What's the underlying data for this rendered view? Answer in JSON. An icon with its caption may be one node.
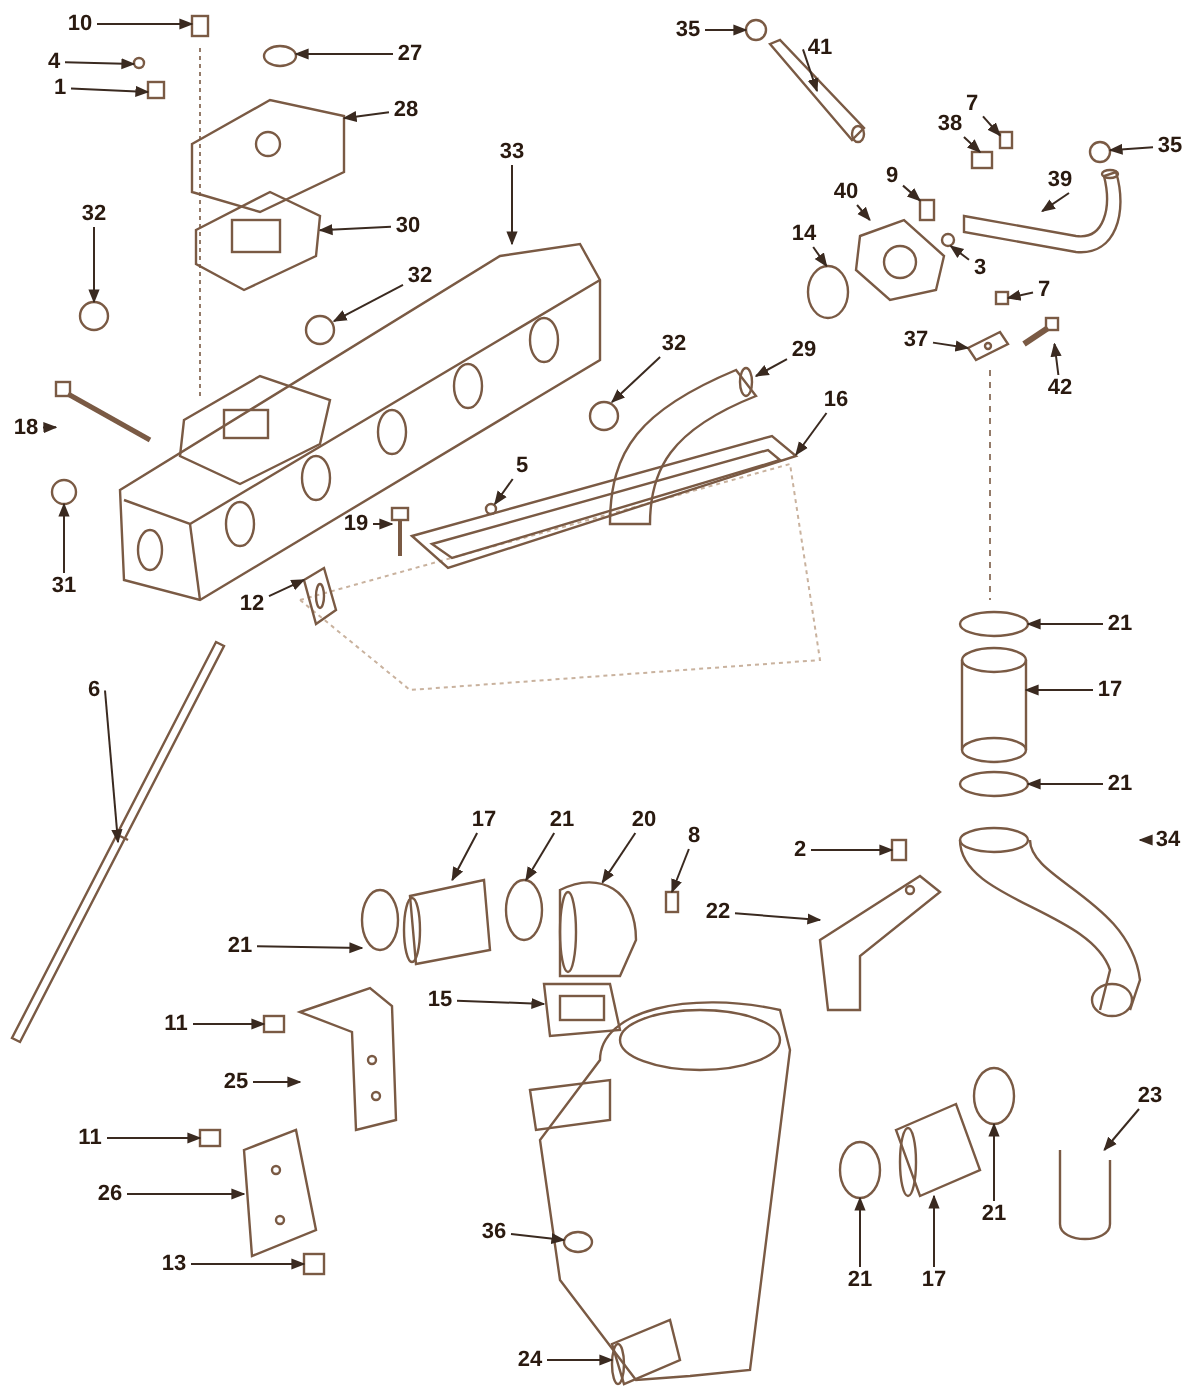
{
  "diagram": {
    "nodes": [
      {
        "text": [
          "10"
        ]
      },
      {
        "text": [
          "27"
        ]
      },
      {
        "text": [
          "4"
        ]
      },
      {
        "text": [
          "1"
        ]
      },
      {
        "text": [
          "28"
        ]
      },
      {
        "text": [
          "33"
        ]
      },
      {
        "text": [
          "30"
        ]
      },
      {
        "text": [
          "32"
        ]
      },
      {
        "text": [
          "32"
        ]
      },
      {
        "text": [
          "18"
        ]
      },
      {
        "text": [
          "5"
        ]
      },
      {
        "text": [
          "31"
        ]
      },
      {
        "text": [
          "19"
        ]
      },
      {
        "text": [
          "12"
        ]
      },
      {
        "text": [
          "35"
        ]
      },
      {
        "text": [
          "41"
        ]
      },
      {
        "text": [
          "7"
        ]
      },
      {
        "text": [
          "38"
        ]
      },
      {
        "text": [
          "35"
        ]
      },
      {
        "text": [
          "9"
        ]
      },
      {
        "text": [
          "40"
        ]
      },
      {
        "text": [
          "39"
        ]
      },
      {
        "text": [
          "14"
        ]
      },
      {
        "text": [
          "3"
        ]
      },
      {
        "text": [
          "7"
        ]
      },
      {
        "text": [
          "37"
        ]
      },
      {
        "text": [
          "42"
        ]
      },
      {
        "text": [
          "32"
        ]
      },
      {
        "text": [
          "29"
        ]
      },
      {
        "text": [
          "16"
        ]
      },
      {
        "text": [
          "21"
        ]
      },
      {
        "text": [
          "6"
        ]
      },
      {
        "text": [
          "17"
        ]
      },
      {
        "text": [
          "21"
        ]
      },
      {
        "text": [
          "17"
        ]
      },
      {
        "text": [
          "21"
        ]
      },
      {
        "text": [
          "20"
        ]
      },
      {
        "text": [
          "8"
        ]
      },
      {
        "text": [
          "2"
        ]
      },
      {
        "text": [
          "34"
        ]
      },
      {
        "text": [
          "21"
        ]
      },
      {
        "text": [
          "22"
        ]
      },
      {
        "text": [
          "15"
        ]
      },
      {
        "text": [
          "11"
        ]
      },
      {
        "text": [
          "25"
        ]
      },
      {
        "text": [
          "23"
        ]
      },
      {
        "text": [
          "11"
        ]
      },
      {
        "text": [
          "26"
        ]
      },
      {
        "text": [
          "36"
        ]
      },
      {
        "text": [
          "21"
        ]
      },
      {
        "text": [
          "13"
        ]
      },
      {
        "text": [
          "21"
        ]
      },
      {
        "text": [
          "17"
        ]
      },
      {
        "text": [
          "24"
        ]
      },
      {
        "text": [],
        "shape": "box"
      },
      {
        "text": [],
        "shape": "circle"
      },
      {
        "text": [],
        "shape": "circle"
      },
      {
        "text": [],
        "shape": "box"
      },
      {
        "text": [],
        "shape": "picture"
      },
      {
        "text": [],
        "shape": "picture"
      },
      {
        "text": [],
        "shape": "picture"
      },
      {
        "text": [],
        "shape": "circle"
      },
      {
        "text": [],
        "shape": "circle"
      },
      {
        "text": [],
        "shape": "picture"
      },
      {
        "text": [],
        "shape": "circle"
      },
      {
        "text": [],
        "shape": "circle"
      },
      {
        "text": [],
        "shape": "picture"
      },
      {
        "text": [],
        "shape": "picture"
      },
      {
        "text": [],
        "shape": "circle"
      },
      {
        "text": [],
        "shape": "picture"
      },
      {
        "text": [],
        "shape": "box"
      },
      {
        "text": [],
        "shape": "box"
      },
      {
        "text": [],
        "shape": "circle"
      },
      {
        "text": [],
        "shape": "box"
      },
      {
        "text": [],
        "shape": "picture"
      },
      {
        "text": [],
        "shape": "picture"
      },
      {
        "text": [],
        "shape": "circle"
      },
      {
        "text": [],
        "shape": "circle"
      },
      {
        "text": [],
        "shape": "box"
      },
      {
        "text": [],
        "shape": "picture"
      },
      {
        "text": [],
        "shape": "picture"
      },
      {
        "text": [],
        "shape": "circle"
      },
      {
        "text": [],
        "shape": "picture"
      },
      {
        "text": [],
        "shape": "picture"
      },
      {
        "text": [],
        "shape": "circle"
      },
      {
        "text": [],
        "shape": "picture"
      },
      {
        "text": [],
        "shape": "picture"
      },
      {
        "text": [],
        "shape": "circle"
      },
      {
        "text": [],
        "shape": "picture"
      },
      {
        "text": [],
        "shape": "circle"
      },
      {
        "text": [],
        "shape": "picture"
      },
      {
        "text": [],
        "shape": "box"
      },
      {
        "text": [],
        "shape": "box"
      },
      {
        "text": [],
        "shape": "picture"
      },
      {
        "text": [],
        "shape": "circle"
      },
      {
        "text": [],
        "shape": "picture"
      },
      {
        "text": [],
        "shape": "picture"
      },
      {
        "text": [],
        "shape": "box"
      },
      {
        "text": [],
        "shape": "picture"
      },
      {
        "text": [],
        "shape": "picture"
      },
      {
        "text": [],
        "shape": "box"
      },
      {
        "text": [],
        "shape": "picture"
      },
      {
        "text": [],
        "shape": "circle"
      },
      {
        "text": [],
        "shape": "circle"
      },
      {
        "text": [],
        "shape": "box"
      },
      {
        "text": [],
        "shape": "circle"
      },
      {
        "text": [],
        "shape": "picture"
      },
      {
        "text": [],
        "shape": "picture"
      }
    ],
    "edges": [
      {
        "from": 0,
        "to": 54,
        "arrow": "to"
      },
      {
        "from": 1,
        "to": 55,
        "arrow": "to"
      },
      {
        "from": 2,
        "to": 56,
        "arrow": "to"
      },
      {
        "from": 3,
        "to": 57,
        "arrow": "to"
      },
      {
        "from": 4,
        "to": 58,
        "arrow": "to"
      },
      {
        "from": 5,
        "to": 59,
        "arrow": "to"
      },
      {
        "from": 6,
        "to": 60,
        "arrow": "to"
      },
      {
        "from": 7,
        "to": 61,
        "arrow": "to"
      },
      {
        "from": 8,
        "to": 62,
        "arrow": "to"
      },
      {
        "from": 9,
        "to": 63,
        "arrow": "to"
      },
      {
        "from": 10,
        "to": 64,
        "arrow": "to"
      },
      {
        "from": 11,
        "to": 65,
        "arrow": "to"
      },
      {
        "from": 12,
        "to": 66,
        "arrow": "to"
      },
      {
        "from": 13,
        "to": 67,
        "arrow": "to"
      },
      {
        "from": 14,
        "to": 68,
        "arrow": "to"
      },
      {
        "from": 15,
        "to": 69,
        "arrow": "to"
      },
      {
        "from": 16,
        "to": 70,
        "arrow": "to"
      },
      {
        "from": 17,
        "to": 71,
        "arrow": "to"
      },
      {
        "from": 18,
        "to": 72,
        "arrow": "to"
      },
      {
        "from": 19,
        "to": 73,
        "arrow": "to"
      },
      {
        "from": 20,
        "to": 74,
        "arrow": "to"
      },
      {
        "from": 21,
        "to": 75,
        "arrow": "to"
      },
      {
        "from": 22,
        "to": 76,
        "arrow": "to"
      },
      {
        "from": 23,
        "to": 77,
        "arrow": "to"
      },
      {
        "from": 24,
        "to": 78,
        "arrow": "to"
      },
      {
        "from": 25,
        "to": 79,
        "arrow": "to"
      },
      {
        "from": 26,
        "to": 80,
        "arrow": "to"
      },
      {
        "from": 27,
        "to": 81,
        "arrow": "to"
      },
      {
        "from": 28,
        "to": 82,
        "arrow": "to"
      },
      {
        "from": 29,
        "to": 83,
        "arrow": "to"
      },
      {
        "from": 30,
        "to": 84,
        "arrow": "to"
      },
      {
        "from": 31,
        "to": 85,
        "arrow": "to"
      },
      {
        "from": 32,
        "to": 86,
        "arrow": "to"
      },
      {
        "from": 33,
        "to": 87,
        "arrow": "to"
      },
      {
        "from": 34,
        "to": 88,
        "arrow": "to"
      },
      {
        "from": 35,
        "to": 89,
        "arrow": "to"
      },
      {
        "from": 36,
        "to": 90,
        "arrow": "to"
      },
      {
        "from": 37,
        "to": 91,
        "arrow": "to"
      },
      {
        "from": 38,
        "to": 92,
        "arrow": "to"
      },
      {
        "from": 39,
        "to": 93,
        "arrow": "to"
      },
      {
        "from": 40,
        "to": 94,
        "arrow": "to"
      },
      {
        "from": 41,
        "to": 95,
        "arrow": "to"
      },
      {
        "from": 42,
        "to": 96,
        "arrow": "to"
      },
      {
        "from": 43,
        "to": 97,
        "arrow": "to"
      },
      {
        "from": 44,
        "to": 98,
        "arrow": "to"
      },
      {
        "from": 45,
        "to": 99,
        "arrow": "to"
      },
      {
        "from": 46,
        "to": 100,
        "arrow": "to"
      },
      {
        "from": 47,
        "to": 101,
        "arrow": "to"
      },
      {
        "from": 48,
        "to": 102,
        "arrow": "to"
      },
      {
        "from": 49,
        "to": 103,
        "arrow": "to"
      },
      {
        "from": 50,
        "to": 104,
        "arrow": "to"
      },
      {
        "from": 51,
        "to": 105,
        "arrow": "to"
      },
      {
        "from": 52,
        "to": 106,
        "arrow": "to"
      },
      {
        "from": 53,
        "to": 107,
        "arrow": "to"
      }
    ]
  }
}
